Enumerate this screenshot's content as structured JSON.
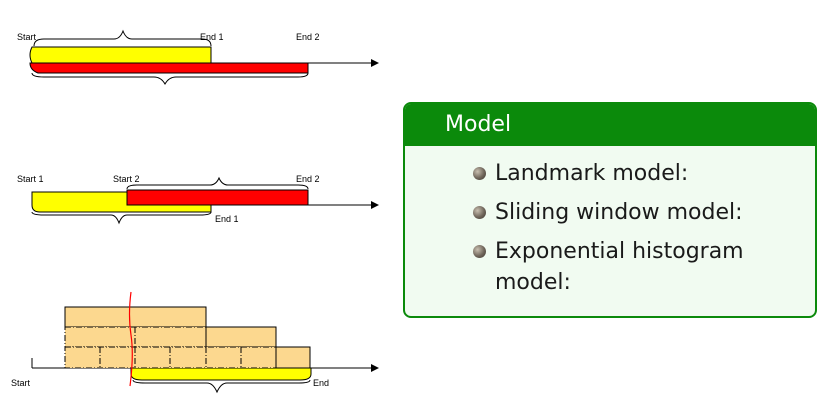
{
  "diagram": {
    "landmark": {
      "start": "Start",
      "end1": "End 1",
      "end2": "End 2"
    },
    "sliding": {
      "start1": "Start 1",
      "start2": "Start 2",
      "end1": "End 1",
      "end2": "End 2"
    },
    "histogram": {
      "start": "Start",
      "end": "End"
    }
  },
  "model_box": {
    "title": "Model",
    "items": [
      {
        "label": "Landmark model:"
      },
      {
        "label": "Sliding window model:"
      },
      {
        "label": "Exponential histogram model:"
      }
    ]
  },
  "colors": {
    "yellow": "#ffff00",
    "red": "#ff0000",
    "bucket": "#fcd88f",
    "green": "#0b8a0b"
  }
}
